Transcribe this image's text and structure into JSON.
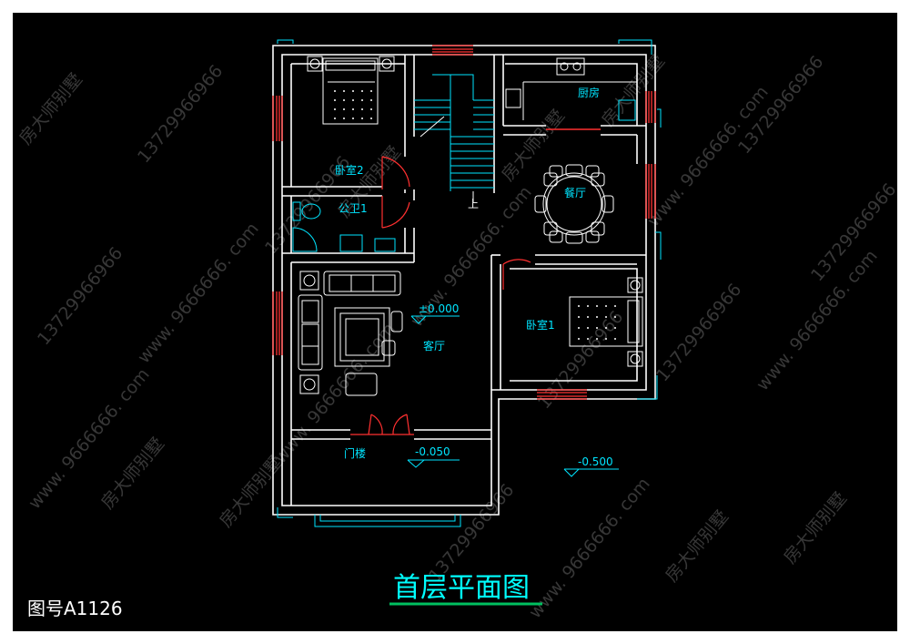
{
  "drawing": {
    "title": "首层平面图",
    "drawing_number": "图号A1126"
  },
  "rooms": {
    "bedroom2": "卧室2",
    "bathroom": "公卫1",
    "kitchen": "厨房",
    "dining": "餐厅",
    "living": "客厅",
    "bedroom1": "卧室1",
    "porch": "门楼",
    "stair_up": "上"
  },
  "elevations": {
    "living": "±0.000",
    "porch": "-0.050",
    "outdoor": "-0.500"
  },
  "watermarks": {
    "brand": "房大师别墅",
    "phone": "13729966966",
    "site": "www. 9666666. com"
  },
  "colors": {
    "background": "#000000",
    "walls": "#ffffff",
    "windows": "#ff3030",
    "labels": "#00e5ff",
    "title_underline": "#00c060",
    "furniture": "#ffffff"
  }
}
